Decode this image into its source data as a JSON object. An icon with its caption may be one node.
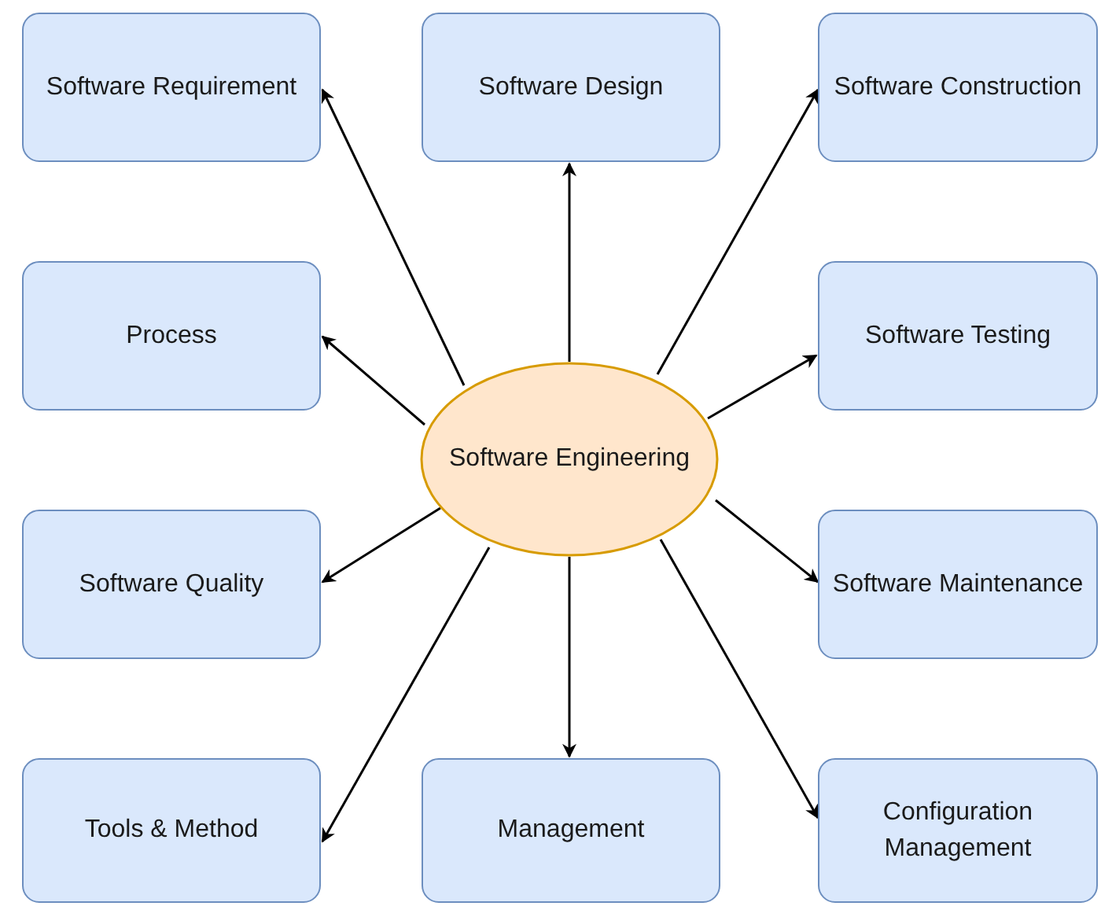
{
  "diagram": {
    "nodes": [
      {
        "text": [
          "Software Requirement"
        ]
      },
      {
        "text": [
          "Software Design"
        ]
      },
      {
        "text": [
          "Software Construction"
        ]
      },
      {
        "text": [
          "Process"
        ]
      },
      {
        "text": [
          "Software Testing"
        ]
      },
      {
        "text": [
          "Software Engineering"
        ]
      },
      {
        "text": [
          "Software Quality"
        ]
      },
      {
        "text": [
          "Software Maintenance"
        ]
      },
      {
        "text": [
          "Tools & Method"
        ]
      },
      {
        "text": [
          "Management"
        ]
      },
      {
        "text": [
          "Configuration Management"
        ]
      }
    ],
    "edges": [
      {
        "from": 5,
        "to": 0,
        "arrow": "to"
      },
      {
        "from": 5,
        "to": 1,
        "arrow": "to"
      },
      {
        "from": 5,
        "to": 2,
        "arrow": "to"
      },
      {
        "from": 5,
        "to": 3,
        "arrow": "to"
      },
      {
        "from": 5,
        "to": 4,
        "arrow": "to"
      },
      {
        "from": 5,
        "to": 6,
        "arrow": "to"
      },
      {
        "from": 5,
        "to": 7,
        "arrow": "to"
      },
      {
        "from": 5,
        "to": 8,
        "arrow": "to"
      },
      {
        "from": 5,
        "to": 9,
        "arrow": "to"
      },
      {
        "from": 5,
        "to": 10,
        "arrow": "to"
      }
    ]
  }
}
